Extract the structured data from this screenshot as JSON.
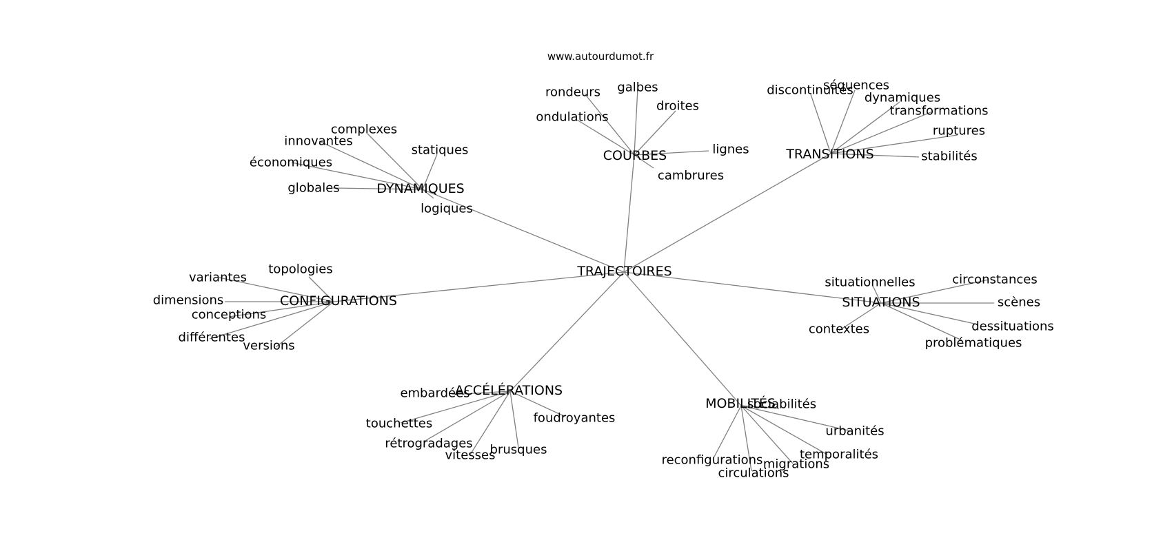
{
  "website": "www.autourdumot.fr",
  "root": "TRAJECTOIRES",
  "clusters": [
    {
      "id": "dynamiques",
      "label": "DYNAMIQUES",
      "words": [
        "complexes",
        "innovantes",
        "statiques",
        "économiques",
        "globales",
        "logiques"
      ]
    },
    {
      "id": "courbes",
      "label": "COURBES",
      "words": [
        "rondeurs",
        "galbes",
        "droites",
        "ondulations",
        "lignes",
        "cambrures"
      ]
    },
    {
      "id": "transitions",
      "label": "TRANSITIONS",
      "words": [
        "discontinuités",
        "séquences",
        "dynamiques",
        "transformations",
        "ruptures",
        "stabilités"
      ]
    },
    {
      "id": "configurations",
      "label": "CONFIGURATIONS",
      "words": [
        "topologies",
        "variantes",
        "dimensions",
        "conceptions",
        "différentes",
        "versions"
      ]
    },
    {
      "id": "situations",
      "label": "SITUATIONS",
      "words": [
        "situationnelles",
        "circonstances",
        "scènes",
        "dessituations",
        "contextes",
        "problématiques"
      ]
    },
    {
      "id": "accelerations",
      "label": "ACCÉLÉRATIONS",
      "words": [
        "embardées",
        "touchettes",
        "foudroyantes",
        "rétrogradages",
        "vitesses",
        "brusques"
      ]
    },
    {
      "id": "mobilites",
      "label": "MOBILITÉS",
      "words": [
        "sociabilités",
        "urbanités",
        "temporalités",
        "reconfigurations",
        "migrations",
        "circulations"
      ]
    }
  ]
}
